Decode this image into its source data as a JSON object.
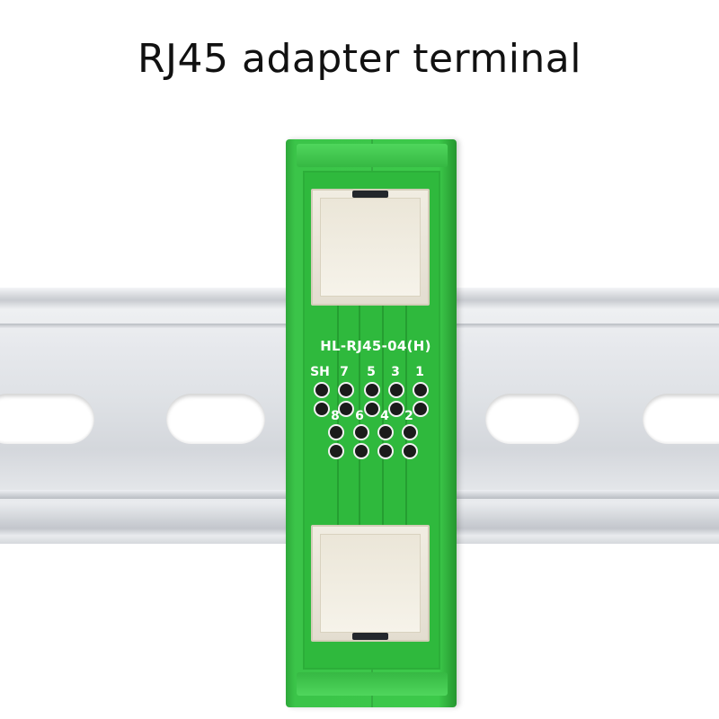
{
  "title": "RJ45 adapter terminal",
  "product": {
    "model": "HL-RJ45-04(H)",
    "top_row_labels": [
      "SH",
      "7",
      "5",
      "3",
      "1"
    ],
    "bottom_row_labels": [
      "8",
      "6",
      "4",
      "2"
    ]
  },
  "colors": {
    "housing": "#3cc94a",
    "pcb": "#2fb93d",
    "rail": "#dfe2e6",
    "rj45_port": "#ebe6d8"
  }
}
